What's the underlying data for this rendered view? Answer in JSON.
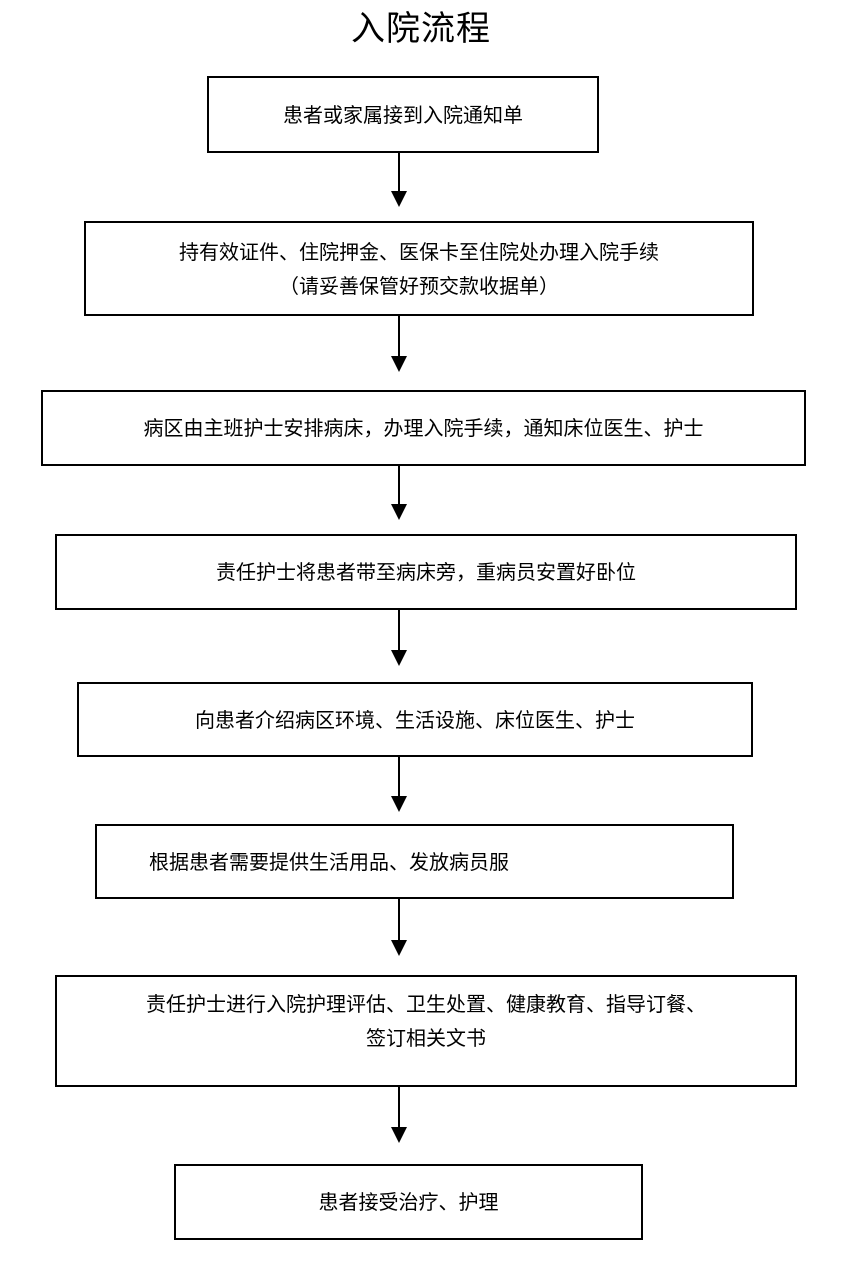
{
  "title": "入院流程",
  "steps": [
    {
      "lines": [
        "患者或家属接到入院通知单"
      ]
    },
    {
      "lines": [
        "持有效证件、住院押金、医保卡至住院处办理入院手续",
        "（请妥善保管好预交款收据单）"
      ]
    },
    {
      "lines": [
        "病区由主班护士安排病床，办理入院手续，通知床位医生、护士"
      ]
    },
    {
      "lines": [
        "责任护士将患者带至病床旁，重病员安置好卧位"
      ]
    },
    {
      "lines": [
        "向患者介绍病区环境、生活设施、床位医生、护士"
      ]
    },
    {
      "lines": [
        "根据患者需要提供生活用品、发放病员服"
      ]
    },
    {
      "lines": [
        "责任护士进行入院护理评估、卫生处置、健康教育、指导订餐、",
        "签订相关文书"
      ]
    },
    {
      "lines": [
        "患者接受治疗、护理"
      ]
    }
  ]
}
